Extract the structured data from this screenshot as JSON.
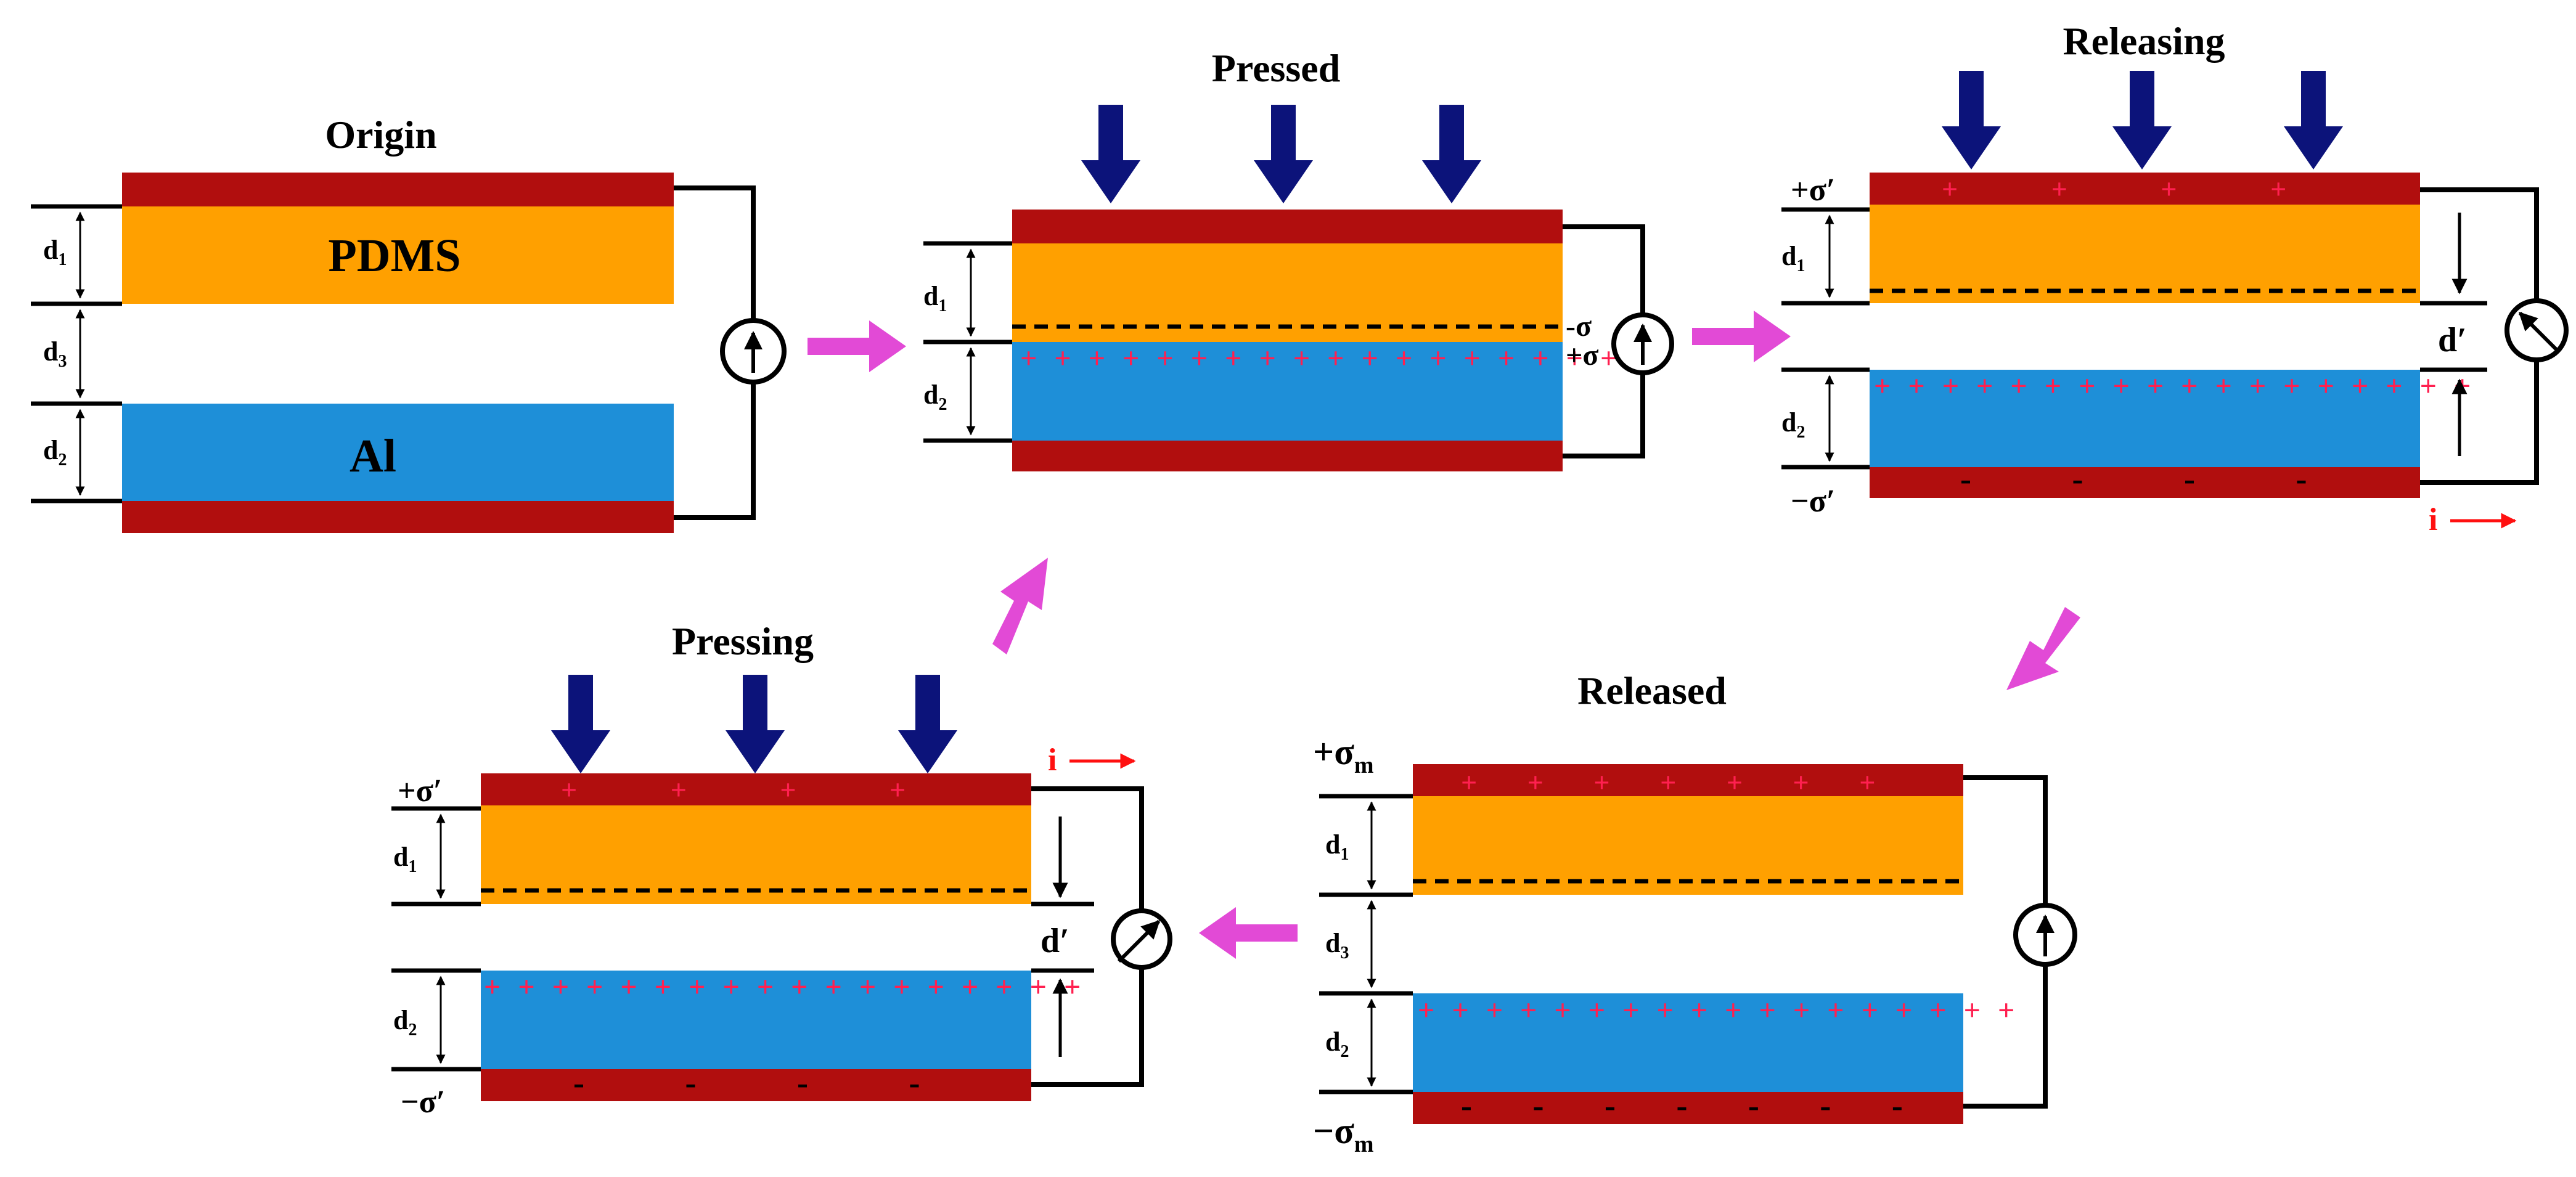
{
  "colors": {
    "electrode": "#b10e0e",
    "pdms": "#ffa000",
    "al": "#1e8fd8",
    "force_arrow": "#0c137a",
    "flow_arrow": "#e24ad6",
    "charge": "#ff2050",
    "current": "#ff1010",
    "wire": "#000000"
  },
  "stages": {
    "origin": {
      "title": "Origin",
      "top_layer_label": "PDMS",
      "bottom_layer_label": "Al",
      "gap_labels": {
        "d1": "d",
        "d1_sub": "1",
        "d3": "d",
        "d3_sub": "3",
        "d2": "d",
        "d2_sub": "2"
      }
    },
    "pressed": {
      "title": "Pressed",
      "neg_charge_label": "-σ",
      "pos_charge_label": "+σ",
      "gap_labels": {
        "d1": "d",
        "d1_sub": "1",
        "d2": "d",
        "d2_sub": "2"
      }
    },
    "releasing": {
      "title": "Releasing",
      "top_charge_label": "+σ′",
      "bottom_charge_label": "−σ′",
      "gap_label": "d′",
      "current_label": "i",
      "gap_labels": {
        "d1": "d",
        "d1_sub": "1",
        "d2": "d",
        "d2_sub": "2"
      }
    },
    "released": {
      "title": "Released",
      "top_charge_label": "+σ",
      "top_charge_sub": "m",
      "bottom_charge_label": "−σ",
      "bottom_charge_sub": "m",
      "gap_labels": {
        "d1": "d",
        "d1_sub": "1",
        "d3": "d",
        "d3_sub": "3",
        "d2": "d",
        "d2_sub": "2"
      }
    },
    "pressing": {
      "title": "Pressing",
      "top_charge_label": "+σ′",
      "bottom_charge_label": "−σ′",
      "gap_label": "d′",
      "current_label": "i",
      "gap_labels": {
        "d1": "d",
        "d1_sub": "1",
        "d2": "d",
        "d2_sub": "2"
      }
    }
  }
}
